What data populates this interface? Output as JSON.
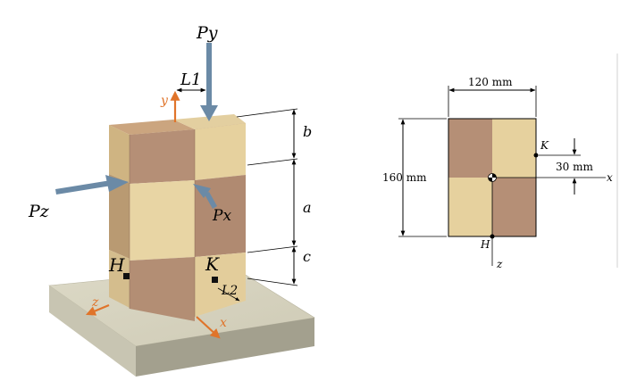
{
  "left_figure": {
    "load_labels": {
      "py": "Py",
      "px": "Px",
      "pz": "Pz"
    },
    "dimension_labels": {
      "l1": "L1",
      "l2": "L2",
      "a": "a",
      "b": "b",
      "c": "c"
    },
    "point_labels": {
      "h": "H",
      "k": "K"
    },
    "axis_labels": {
      "x": "x",
      "y": "y",
      "z": "z"
    }
  },
  "right_figure": {
    "width_label": "120 mm",
    "height_label": "160 mm",
    "offset_label": "30 mm",
    "point_labels": {
      "k": "K",
      "h": "H"
    },
    "axis_labels": {
      "x": "x",
      "z": "z"
    }
  },
  "colors": {
    "dark_block": "#b58f76",
    "light_block": "#e6d19e",
    "base_plate": "#d8d5c2",
    "arrow_blue": "#6b8aa6",
    "axis_orange": "#e0742a"
  }
}
